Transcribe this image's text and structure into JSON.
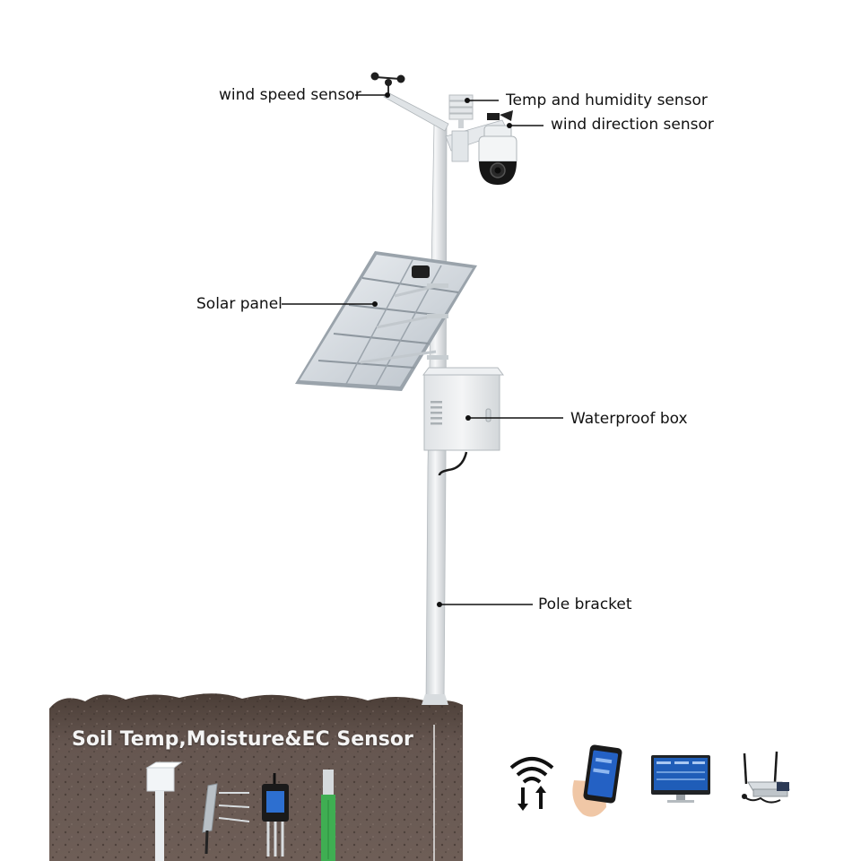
{
  "labels": {
    "wind_speed": "wind speed sensor",
    "temp_humidity": "Temp and humidity sensor",
    "wind_direction": "wind direction sensor",
    "solar_panel": "Solar panel",
    "waterproof_box": "Waterproof box",
    "pole_bracket": "Pole bracket"
  },
  "soil_title": "Soil Temp,Moisture&EC Sensor",
  "icons": [
    "wifi-updown-icon",
    "smartphone-icon",
    "desktop-monitor-icon",
    "router-gateway-icon"
  ],
  "colors": {
    "soil": "#5b4d45",
    "pole": "#e9ecee",
    "label_line": "#111111",
    "probe_green": "#3fae52",
    "monitor_screen": "#1f5db8"
  }
}
